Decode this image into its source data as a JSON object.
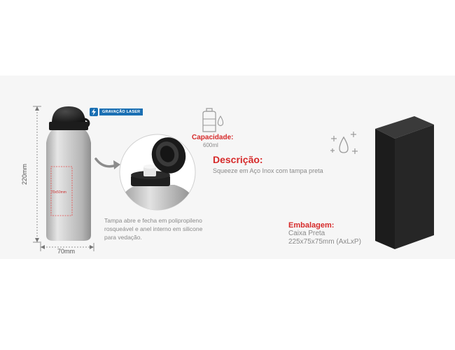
{
  "dimensions": {
    "height": "220mm",
    "width": "70mm"
  },
  "engraving_area": "70x50mm",
  "badge": {
    "label": "GRAVAÇÃO LASER",
    "color": "#1a6fb3"
  },
  "lid_description": {
    "line1": "Tampa abre e fecha em polipropileno",
    "line2": "rosqueável e anel interno em silicone",
    "line3": "para vedação."
  },
  "capacity": {
    "label": "Capacidade:",
    "value": "600ml"
  },
  "description": {
    "title": "Descrição:",
    "text": "Squeeze em Aço Inox com tampa preta"
  },
  "packaging": {
    "title": "Embalagem:",
    "line1": "Caixa Preta",
    "line2": "225x75x75mm (AxLxP)"
  },
  "colors": {
    "accent_red": "#d62a2a",
    "text_grey": "#8a8a8a",
    "box": "#262626"
  },
  "icons": [
    "bottle-icon",
    "water-drop-icon",
    "lightning-icon",
    "clean-sparkle-icon",
    "arrow-icon"
  ]
}
